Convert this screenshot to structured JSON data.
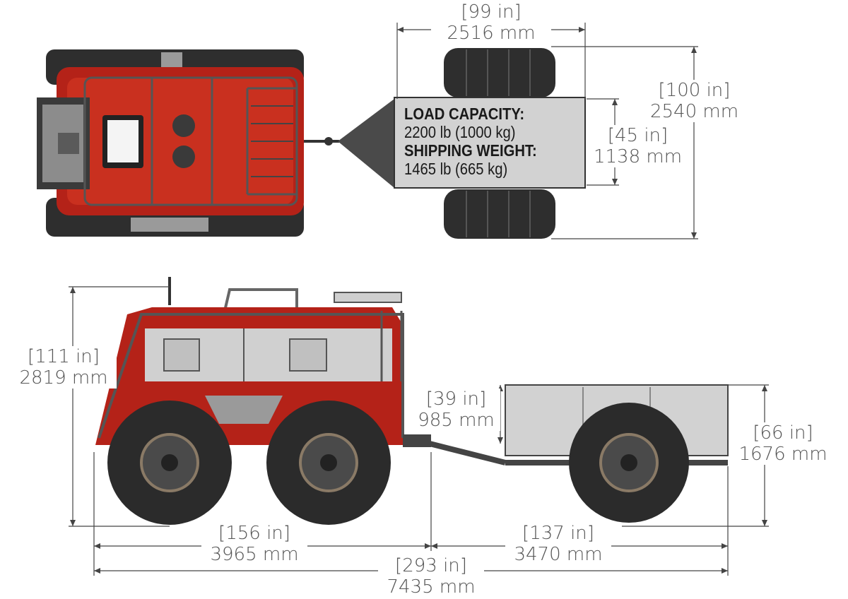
{
  "colors": {
    "body_red": "#b42218",
    "body_red_dark": "#7d1510",
    "tire": "#2b2b2b",
    "trailer_gray": "#d2d2d2",
    "dimension_line": "#444444",
    "dimension_text": "#555555"
  },
  "trailer_panel": {
    "load_capacity_label": "LOAD CAPACITY:",
    "load_capacity_value": "2200 lb (1000 kg)",
    "shipping_weight_label": "SHIPPING WEIGHT:",
    "shipping_weight_value": "1465 lb (665 kg)"
  },
  "dimensions": {
    "trailer_track_width": {
      "in": "[99 in]",
      "mm": "2516 mm"
    },
    "trailer_overall_width": {
      "in": "[100 in]",
      "mm": "2540 mm"
    },
    "trailer_box_width": {
      "in": "[45 in]",
      "mm": "1138 mm"
    },
    "vehicle_height": {
      "in": "[111 in]",
      "mm": "2819 mm"
    },
    "hitch_height": {
      "in": "[39 in]",
      "mm": "985 mm"
    },
    "trailer_height": {
      "in": "[66 in]",
      "mm": "1676 mm"
    },
    "vehicle_length": {
      "in": "[156 in]",
      "mm": "3965 mm"
    },
    "trailer_length": {
      "in": "[137 in]",
      "mm": "3470 mm"
    },
    "overall_length": {
      "in": "[293 in]",
      "mm": "7435 mm"
    }
  }
}
